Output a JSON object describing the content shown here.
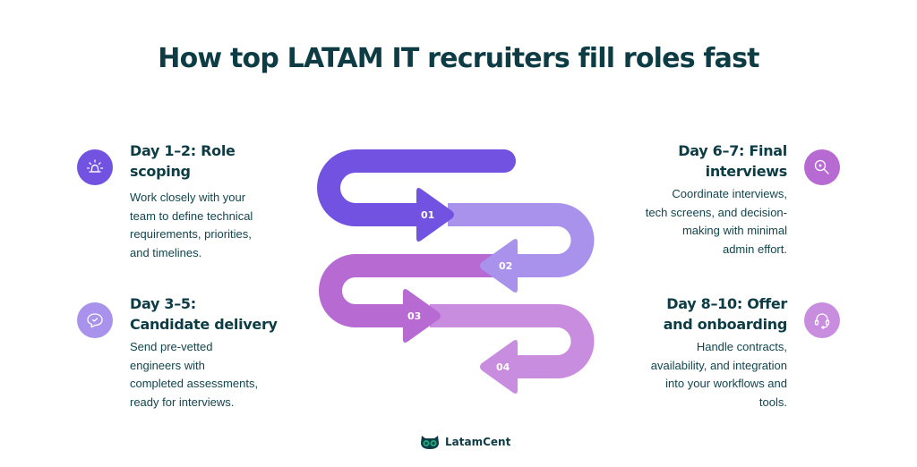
{
  "title": "How top LATAM IT recruiters fill roles fast",
  "steps": [
    {
      "number": "01",
      "heading": "Day 1–2: Role scoping",
      "heading_line1": "Day 1–2: Role",
      "heading_line2": "scoping",
      "icon": "siren-alert-icon",
      "color": "#7152e1",
      "body": "Work closely with your team to define technical requirements, priorities, and timelines.",
      "lines": [
        "Work closely with your",
        "team to define technical",
        "requirements, priorities,",
        "and timelines."
      ]
    },
    {
      "number": "02",
      "heading": "Day 3–5: Candidate delivery",
      "heading_line1": "Day 3–5:",
      "heading_line2": "Candidate delivery",
      "icon": "chat-check-icon",
      "color": "#a992ec",
      "body": "Send pre-vetted engineers with completed assessments, ready for interviews.",
      "lines": [
        "Send pre-vetted",
        "engineers with",
        "completed assessments,",
        "ready for interviews."
      ]
    },
    {
      "number": "03",
      "heading": "Day 6–7: Final interviews",
      "heading_line1": "Day 6–7: Final",
      "heading_line2": "interviews",
      "icon": "search-star-icon",
      "color": "#b86ad3",
      "body": "Coordinate interviews, tech screens, and decision-making with minimal admin effort.",
      "lines": [
        "Coordinate interviews,",
        "tech screens, and decision-",
        "making with minimal",
        "admin effort."
      ]
    },
    {
      "number": "04",
      "heading": "Day 8–10: Offer and onboarding",
      "heading_line1": "Day 8–10: Offer",
      "heading_line2": "and onboarding",
      "icon": "headset-icon",
      "color": "#c98ddf",
      "body": "Handle contracts, availability, and integration into your workflows and tools.",
      "lines": [
        "Handle contracts,",
        "availability, and integration",
        "into your workflows and",
        "tools."
      ]
    }
  ],
  "brand": {
    "name": "LatamCent",
    "icon": "owl-logo-icon",
    "color": "#0d3c44",
    "accent": "#1fa37a"
  }
}
